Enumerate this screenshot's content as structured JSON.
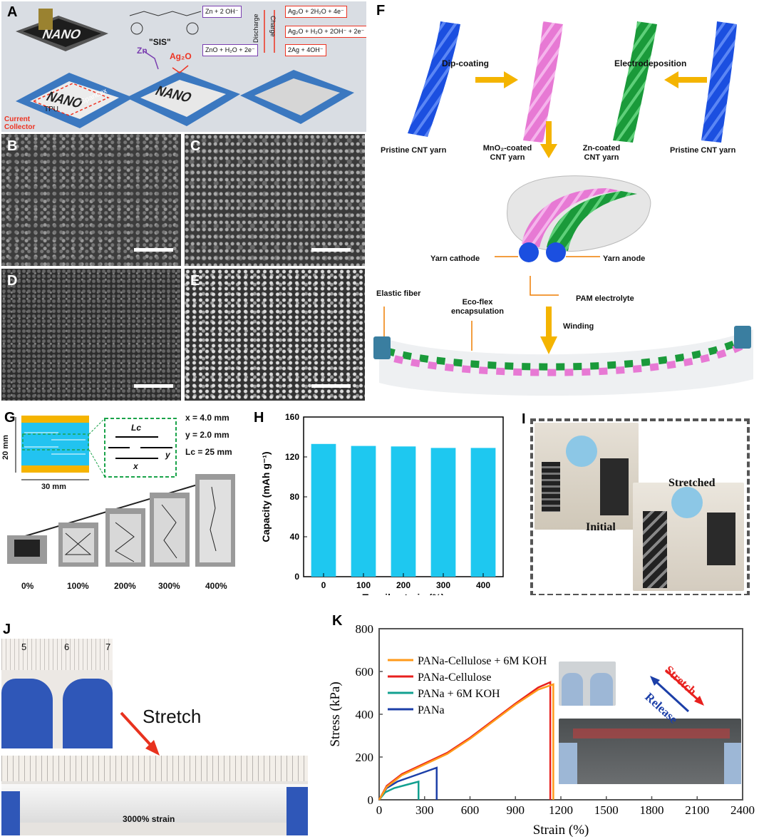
{
  "panels": {
    "A": {
      "label": "A",
      "sis": "\"SIS\"",
      "tpu": "TPU",
      "spandex": "Spandex",
      "current_collector": "Current Collector",
      "zn": "Zn",
      "ag2o": "Ag₂O",
      "nano": "NANO",
      "reactions": {
        "anode_1": "Zn + 2 OH⁻",
        "anode_2": "ZnO + H₂O + 2e⁻",
        "cathode_1": "Ag₂O + 2H₂O + 4e⁻",
        "cathode_2": "Ag₂O + H₂O + 2OH⁻ + 2e⁻",
        "cathode_3": "2Ag + 4OH⁻",
        "discharge": "Discharge",
        "charge": "Charge"
      }
    },
    "B": {
      "label": "B"
    },
    "C": {
      "label": "C"
    },
    "D": {
      "label": "D"
    },
    "E": {
      "label": "E"
    },
    "F": {
      "label": "F",
      "dip_coating": "Dip-coating",
      "electrodeposition": "Electrodeposition",
      "pristine_left": "Pristine CNT yarn",
      "mno2": "MnO₂-coated CNT yarn",
      "zn_coated": "Zn-coated CNT yarn",
      "pristine_right": "Pristine CNT yarn",
      "yarn_cathode": "Yarn cathode",
      "yarn_anode": "Yarn anode",
      "pam": "PAM  electrolyte",
      "elastic_fiber": "Elastic fiber",
      "ecoflex": "Eco-flex encapsulation",
      "winding": "Winding"
    },
    "G": {
      "label": "G",
      "x_text": "x = 4.0 mm",
      "y_text": "y = 2.0 mm",
      "lc_text": "Lc = 25 mm",
      "lc": "Lc",
      "x": "x",
      "y": "y",
      "height": "20 mm",
      "width": "30 mm",
      "strains": [
        "0%",
        "100%",
        "200%",
        "300%",
        "400%"
      ]
    },
    "H": {
      "label": "H"
    },
    "I": {
      "label": "I",
      "initial": "Initial",
      "stretched": "Stretched"
    },
    "J": {
      "label": "J",
      "stretch": "Stretch",
      "strain_text": "3000% strain",
      "ruler_top": [
        "5",
        "6",
        "7"
      ]
    },
    "K": {
      "label": "K",
      "stretch": "Stretch",
      "release": "Release"
    }
  },
  "chart_data": [
    {
      "id": "H",
      "type": "bar",
      "categories": [
        "0",
        "100",
        "200",
        "300",
        "400"
      ],
      "values": [
        133,
        131,
        130.5,
        129,
        129
      ],
      "xlabel": "Tensile strain (%)",
      "ylabel": "Capacity (mAh g⁻¹)",
      "ylim": [
        0,
        160
      ],
      "yticks": [
        0,
        40,
        80,
        120,
        160
      ],
      "color": "#1ec8f0"
    },
    {
      "id": "K",
      "type": "line",
      "xlabel": "Strain (%)",
      "ylabel": "Stress (kPa)",
      "xlim": [
        0,
        2400
      ],
      "ylim": [
        0,
        800
      ],
      "xticks": [
        0,
        300,
        600,
        900,
        1200,
        1500,
        1800,
        2100,
        2400
      ],
      "yticks": [
        0,
        200,
        400,
        600,
        800
      ],
      "series": [
        {
          "name": "PANa-Cellulose + 6M KOH",
          "color": "#ff9a1a",
          "x": [
            0,
            50,
            150,
            300,
            450,
            600,
            750,
            900,
            1050,
            1150,
            1150
          ],
          "y": [
            0,
            60,
            115,
            165,
            215,
            285,
            365,
            445,
            515,
            540,
            0
          ]
        },
        {
          "name": "PANa-Cellulose",
          "color": "#e8201e",
          "x": [
            0,
            50,
            150,
            300,
            450,
            600,
            750,
            900,
            1050,
            1130,
            1130
          ],
          "y": [
            0,
            65,
            120,
            170,
            220,
            290,
            370,
            450,
            525,
            550,
            0
          ]
        },
        {
          "name": "PANa + 6M KOH",
          "color": "#12a090",
          "x": [
            0,
            40,
            100,
            180,
            260,
            260
          ],
          "y": [
            0,
            35,
            55,
            70,
            85,
            0
          ]
        },
        {
          "name": "PANa",
          "color": "#1c3fa8",
          "x": [
            0,
            50,
            120,
            220,
            320,
            380,
            380
          ],
          "y": [
            0,
            55,
            85,
            110,
            135,
            150,
            0
          ]
        }
      ]
    }
  ]
}
